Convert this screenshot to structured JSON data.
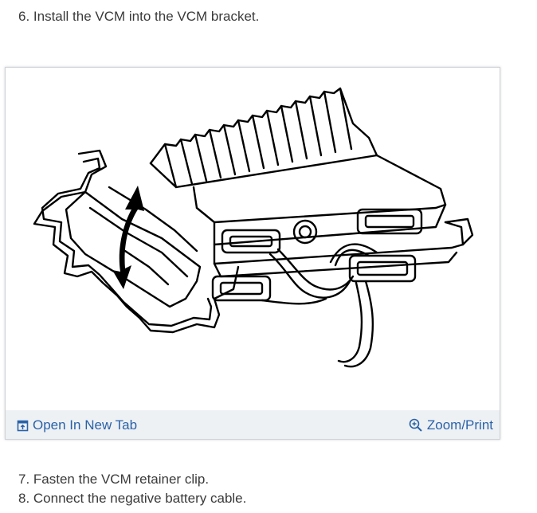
{
  "steps": {
    "step6": "6. Install the VCM into the VCM bracket.",
    "step7": "7. Fasten the VCM retainer clip.",
    "step8": "8. Connect the negative battery cable."
  },
  "figure_bar": {
    "open_new_tab": "Open In New Tab",
    "zoom_print": "Zoom/Print"
  },
  "icons": {
    "open_new_tab": "open-new-tab-icon",
    "zoom": "zoom-in-icon"
  },
  "colors": {
    "link": "#2a62a8",
    "bar_background": "#eef1f4"
  }
}
